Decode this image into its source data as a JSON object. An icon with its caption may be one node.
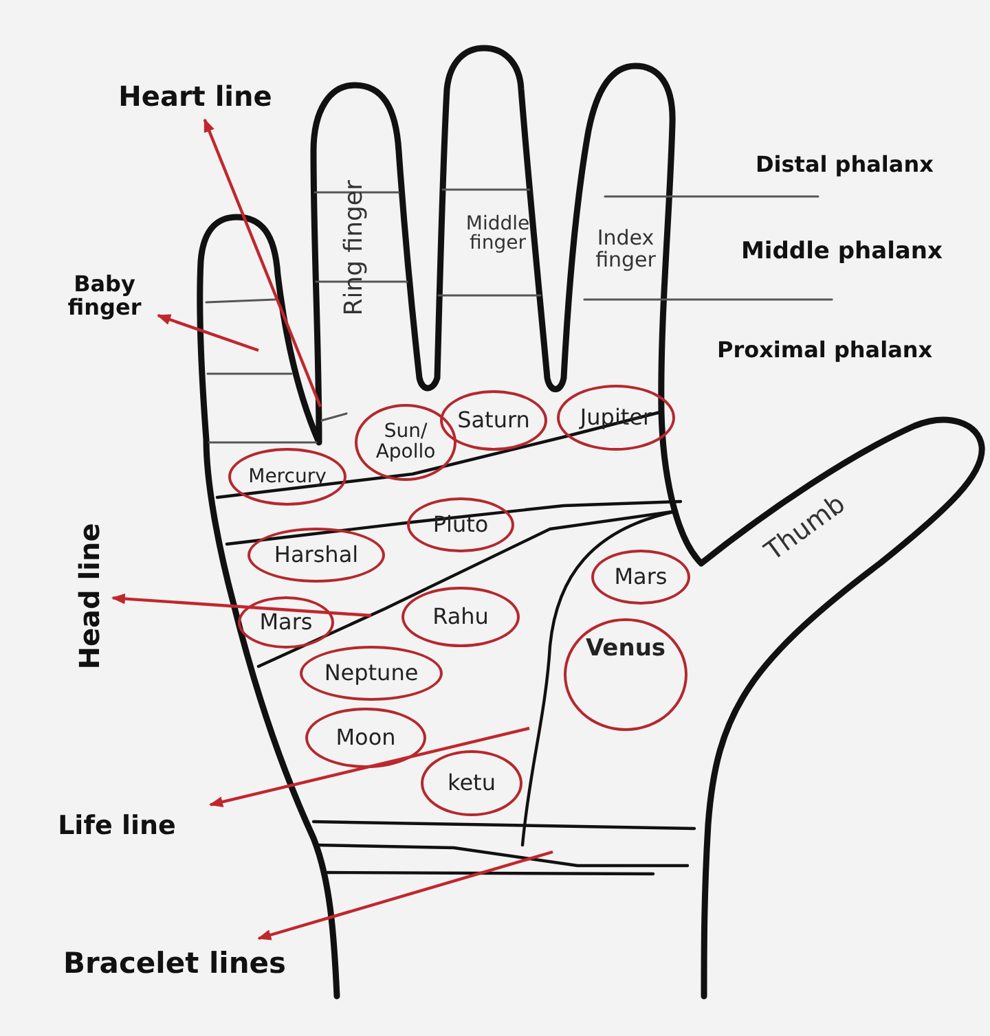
{
  "diagram": {
    "nodes": [
      {
        "text": [
          "Heart line"
        ]
      },
      {
        "text": [
          "Baby finger"
        ]
      },
      {
        "text": [
          "Sun/ Apollo"
        ]
      },
      {
        "text": [
          "Saturn"
        ]
      },
      {
        "text": [
          "Jupiter"
        ]
      },
      {
        "text": [
          "Mercury"
        ]
      },
      {
        "text": [
          "Pluto"
        ]
      },
      {
        "text": [
          "Harshal"
        ]
      },
      {
        "text": [
          "Head line"
        ]
      },
      {
        "text": [
          "Mars"
        ]
      },
      {
        "text": [
          "Rahu"
        ]
      },
      {
        "text": [
          "Mars"
        ]
      },
      {
        "text": [
          "Venus"
        ]
      },
      {
        "text": [
          "Neptune"
        ]
      },
      {
        "text": [
          "Moon"
        ]
      },
      {
        "text": [
          "ketu"
        ]
      },
      {
        "text": [
          "Life line"
        ]
      },
      {
        "text": [
          "Bracelet lines"
        ]
      }
    ],
    "edges": [
      {
        "from": null,
        "to": 0,
        "arrow": "to"
      },
      {
        "from": null,
        "to": 1,
        "arrow": "to"
      },
      {
        "from": null,
        "to": 8,
        "arrow": "to"
      },
      {
        "from": null,
        "to": 16,
        "arrow": "to"
      },
      {
        "from": null,
        "to": 17,
        "arrow": "to"
      }
    ],
    "labels": [
      "Ring finger",
      "Middle finger",
      "Index finger",
      "Distal phalanx",
      "Middle phalanx",
      "Proximal phalanx",
      "Thumb"
    ]
  }
}
